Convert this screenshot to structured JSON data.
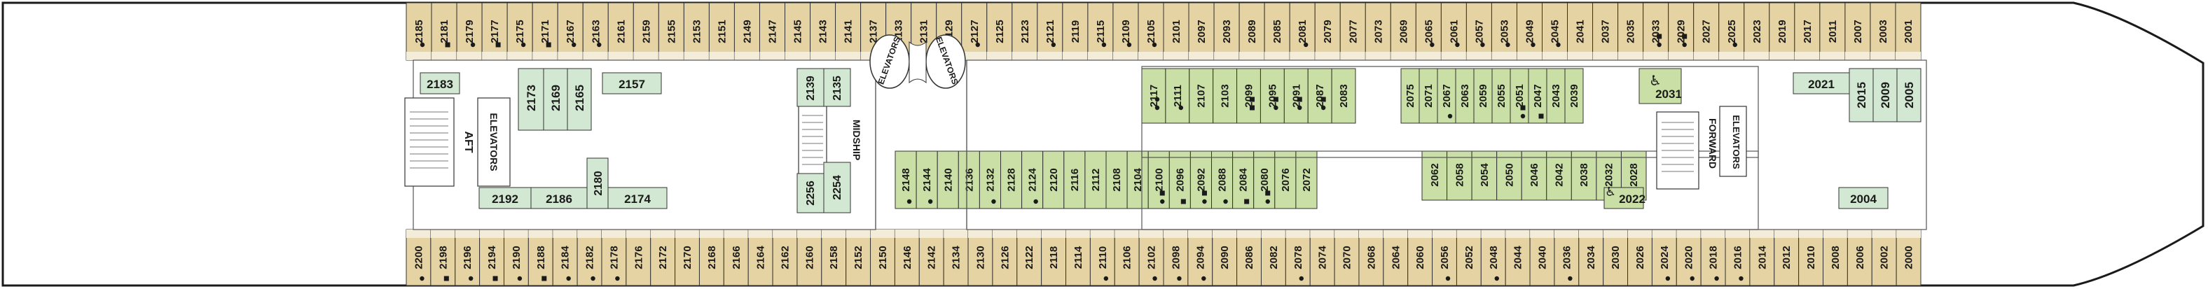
{
  "labels": {
    "aft": "AFT",
    "forward": "FORWARD",
    "midship": "MIDSHIP",
    "elevators": "ELEVATORS"
  },
  "colors": {
    "outer_cabin": "#e6d3a3",
    "outer_cabin_edge": "#f3ecd8",
    "inner_cabin": "#c9dfa5",
    "suite": "#d2e8d2",
    "grey_block": "#c8c8c8",
    "hull_line": "#1a1a1a"
  },
  "icons": {
    "bullet": "dot",
    "sofa": "square",
    "connecting": "slash",
    "accessible": "wheelchair-icon"
  },
  "top_outer_row": [
    {
      "n": "2185",
      "m": [
        "dot"
      ]
    },
    {
      "n": "2181",
      "m": [
        "sq"
      ]
    },
    {
      "n": "2179",
      "m": [
        "dot"
      ]
    },
    {
      "n": "2177",
      "m": [
        "sq"
      ]
    },
    {
      "n": "2175",
      "m": [
        "dot"
      ]
    },
    {
      "n": "2171",
      "m": [
        "sq"
      ]
    },
    {
      "n": "2167",
      "m": [
        "dot"
      ]
    },
    {
      "n": "2163",
      "m": [
        "dot"
      ]
    },
    {
      "n": "2161",
      "m": []
    },
    {
      "n": "2159",
      "m": []
    },
    {
      "n": "2155",
      "m": []
    },
    {
      "n": "2153",
      "m": []
    },
    {
      "n": "2151",
      "m": []
    },
    {
      "n": "2149",
      "m": []
    },
    {
      "n": "2147",
      "m": []
    },
    {
      "n": "2145",
      "m": []
    },
    {
      "n": "2143",
      "m": []
    },
    {
      "n": "2141",
      "m": []
    },
    {
      "n": "2137",
      "m": []
    },
    {
      "n": "2133",
      "m": []
    },
    {
      "n": "2131",
      "m": []
    },
    {
      "n": "2129",
      "m": [
        "dot"
      ]
    },
    {
      "n": "2127",
      "m": [
        "dot"
      ]
    },
    {
      "n": "2125",
      "m": []
    },
    {
      "n": "2123",
      "m": []
    },
    {
      "n": "2121",
      "m": [
        "dot"
      ]
    },
    {
      "n": "2119",
      "m": []
    },
    {
      "n": "2115",
      "m": [
        "dot"
      ]
    },
    {
      "n": "2109",
      "m": [
        "dot"
      ]
    },
    {
      "n": "2105",
      "m": [
        "dot"
      ]
    },
    {
      "n": "2101",
      "m": []
    },
    {
      "n": "2097",
      "m": []
    },
    {
      "n": "2093",
      "m": []
    },
    {
      "n": "2089",
      "m": []
    },
    {
      "n": "2085",
      "m": []
    },
    {
      "n": "2081",
      "m": [
        "dot"
      ]
    },
    {
      "n": "2079",
      "m": []
    },
    {
      "n": "2077",
      "m": []
    },
    {
      "n": "2073",
      "m": []
    },
    {
      "n": "2069",
      "m": []
    },
    {
      "n": "2065",
      "m": [
        "dot"
      ]
    },
    {
      "n": "2061",
      "m": [
        "dot"
      ]
    },
    {
      "n": "2057",
      "m": [
        "dot"
      ]
    },
    {
      "n": "2053",
      "m": [
        "dot"
      ]
    },
    {
      "n": "2049",
      "m": [
        "dot"
      ]
    },
    {
      "n": "2045",
      "m": [
        "dot"
      ]
    },
    {
      "n": "2041",
      "m": []
    },
    {
      "n": "2037",
      "m": []
    },
    {
      "n": "2035",
      "m": []
    },
    {
      "n": "2033",
      "m": [
        "dot",
        "sq"
      ]
    },
    {
      "n": "2029",
      "m": [
        "dot",
        "sq"
      ]
    },
    {
      "n": "2027",
      "m": []
    },
    {
      "n": "2025",
      "m": [
        "dot"
      ]
    },
    {
      "n": "2023",
      "m": []
    },
    {
      "n": "2019",
      "m": []
    },
    {
      "n": "2017",
      "m": []
    },
    {
      "n": "2011",
      "m": []
    },
    {
      "n": "2007",
      "m": []
    },
    {
      "n": "2003",
      "m": []
    },
    {
      "n": "2001",
      "m": []
    }
  ],
  "bottom_outer_row": [
    {
      "n": "2200",
      "m": [
        "dot"
      ]
    },
    {
      "n": "2198",
      "m": [
        "sq"
      ]
    },
    {
      "n": "2196",
      "m": [
        "dot"
      ]
    },
    {
      "n": "2194",
      "m": [
        "sq"
      ]
    },
    {
      "n": "2190",
      "m": [
        "dot"
      ]
    },
    {
      "n": "2188",
      "m": [
        "sq"
      ]
    },
    {
      "n": "2184",
      "m": [
        "dot"
      ]
    },
    {
      "n": "2182",
      "m": [
        "dot"
      ]
    },
    {
      "n": "2178",
      "m": [
        "dot"
      ]
    },
    {
      "n": "2176",
      "m": []
    },
    {
      "n": "2172",
      "m": []
    },
    {
      "n": "2170",
      "m": []
    },
    {
      "n": "2168",
      "m": []
    },
    {
      "n": "2166",
      "m": []
    },
    {
      "n": "2164",
      "m": []
    },
    {
      "n": "2162",
      "m": []
    },
    {
      "n": "2160",
      "m": []
    },
    {
      "n": "2158",
      "m": []
    },
    {
      "n": "2152",
      "m": []
    },
    {
      "n": "2150",
      "m": []
    },
    {
      "n": "2146",
      "m": []
    },
    {
      "n": "2142",
      "m": []
    },
    {
      "n": "2134",
      "m": []
    },
    {
      "n": "2130",
      "m": []
    },
    {
      "n": "2126",
      "m": []
    },
    {
      "n": "2122",
      "m": []
    },
    {
      "n": "2118",
      "m": []
    },
    {
      "n": "2114",
      "m": []
    },
    {
      "n": "2110",
      "m": [
        "dot"
      ]
    },
    {
      "n": "2106",
      "m": []
    },
    {
      "n": "2102",
      "m": [
        "dot"
      ]
    },
    {
      "n": "2098",
      "m": [
        "dot"
      ]
    },
    {
      "n": "2094",
      "m": [
        "dot"
      ]
    },
    {
      "n": "2090",
      "m": []
    },
    {
      "n": "2086",
      "m": []
    },
    {
      "n": "2082",
      "m": []
    },
    {
      "n": "2078",
      "m": [
        "dot"
      ]
    },
    {
      "n": "2074",
      "m": []
    },
    {
      "n": "2070",
      "m": []
    },
    {
      "n": "2068",
      "m": []
    },
    {
      "n": "2064",
      "m": []
    },
    {
      "n": "2060",
      "m": []
    },
    {
      "n": "2056",
      "m": [
        "dot"
      ]
    },
    {
      "n": "2052",
      "m": []
    },
    {
      "n": "2048",
      "m": [
        "dot"
      ]
    },
    {
      "n": "2044",
      "m": []
    },
    {
      "n": "2040",
      "m": []
    },
    {
      "n": "2036",
      "m": [
        "dot"
      ]
    },
    {
      "n": "2034",
      "m": []
    },
    {
      "n": "2030",
      "m": []
    },
    {
      "n": "2026",
      "m": []
    },
    {
      "n": "2024",
      "m": [
        "dot"
      ]
    },
    {
      "n": "2020",
      "m": [
        "dot"
      ]
    },
    {
      "n": "2018",
      "m": [
        "dot"
      ]
    },
    {
      "n": "2016",
      "m": [
        "dot"
      ]
    },
    {
      "n": "2014",
      "m": []
    },
    {
      "n": "2012",
      "m": []
    },
    {
      "n": "2010",
      "m": []
    },
    {
      "n": "2008",
      "m": []
    },
    {
      "n": "2006",
      "m": []
    },
    {
      "n": "2002",
      "m": []
    },
    {
      "n": "2000",
      "m": []
    }
  ],
  "inner_top_row": [
    {
      "n": "2117",
      "m": [
        "dot",
        "dot"
      ]
    },
    {
      "n": "2111",
      "m": [
        "dot"
      ]
    },
    {
      "n": "2107",
      "m": []
    },
    {
      "n": "2103",
      "m": []
    },
    {
      "n": "2099",
      "m": [
        "sq",
        "sq"
      ]
    },
    {
      "n": "2095",
      "m": [
        "dot",
        "sq"
      ]
    },
    {
      "n": "2091",
      "m": [
        "dot",
        "sq"
      ]
    },
    {
      "n": "2087",
      "m": [
        "dot",
        "sq"
      ]
    },
    {
      "n": "2083",
      "m": []
    },
    {
      "n": "2075",
      "m": []
    },
    {
      "n": "2071",
      "m": []
    },
    {
      "n": "2067",
      "m": [
        "dot"
      ]
    },
    {
      "n": "2063",
      "m": []
    },
    {
      "n": "2059",
      "m": []
    },
    {
      "n": "2055",
      "m": []
    },
    {
      "n": "2051",
      "m": [
        "dot",
        "sq"
      ]
    },
    {
      "n": "2047",
      "m": [
        "sq"
      ]
    },
    {
      "n": "2043",
      "m": []
    },
    {
      "n": "2039",
      "m": []
    }
  ],
  "inner_bottom_row": [
    {
      "n": "2148",
      "m": [
        "dot"
      ]
    },
    {
      "n": "2144",
      "m": [
        "dot"
      ]
    },
    {
      "n": "2140",
      "m": []
    },
    {
      "n": "2136",
      "m": []
    },
    {
      "n": "2132",
      "m": [
        "dot"
      ]
    },
    {
      "n": "2128",
      "m": []
    },
    {
      "n": "2124",
      "m": [
        "dot"
      ]
    },
    {
      "n": "2120",
      "m": []
    },
    {
      "n": "2116",
      "m": []
    },
    {
      "n": "2112",
      "m": []
    },
    {
      "n": "2108",
      "m": []
    },
    {
      "n": "2104",
      "m": []
    },
    {
      "n": "2100",
      "m": [
        "dot",
        "sq"
      ]
    },
    {
      "n": "2096",
      "m": [
        "sq"
      ]
    },
    {
      "n": "2092",
      "m": [
        "dot",
        "sq"
      ]
    },
    {
      "n": "2088",
      "m": [
        "dot"
      ]
    },
    {
      "n": "2084",
      "m": [
        "sq"
      ]
    },
    {
      "n": "2080",
      "m": [
        "dot",
        "sq"
      ]
    },
    {
      "n": "2076",
      "m": []
    },
    {
      "n": "2072",
      "m": []
    },
    {
      "n": "2062",
      "m": []
    },
    {
      "n": "2058",
      "m": []
    },
    {
      "n": "2054",
      "m": []
    },
    {
      "n": "2050",
      "m": []
    },
    {
      "n": "2046",
      "m": []
    },
    {
      "n": "2042",
      "m": []
    },
    {
      "n": "2038",
      "m": []
    },
    {
      "n": "2032",
      "m": []
    },
    {
      "n": "2028",
      "m": []
    }
  ],
  "suites": {
    "s2183": "2183",
    "s2173": "2173",
    "s2169": "2169",
    "s2165": "2165",
    "s2157": "2157",
    "s2139": "2139",
    "s2135": "2135",
    "s2031": "2031",
    "s2021": "2021",
    "s2015": "2015",
    "s2009": "2009",
    "s2005": "2005",
    "s2192": "2192",
    "s2186": "2186",
    "s2180": "2180",
    "s2174": "2174",
    "s2256": "2256",
    "s2254": "2254",
    "s2022": "2022",
    "s2004": "2004"
  }
}
